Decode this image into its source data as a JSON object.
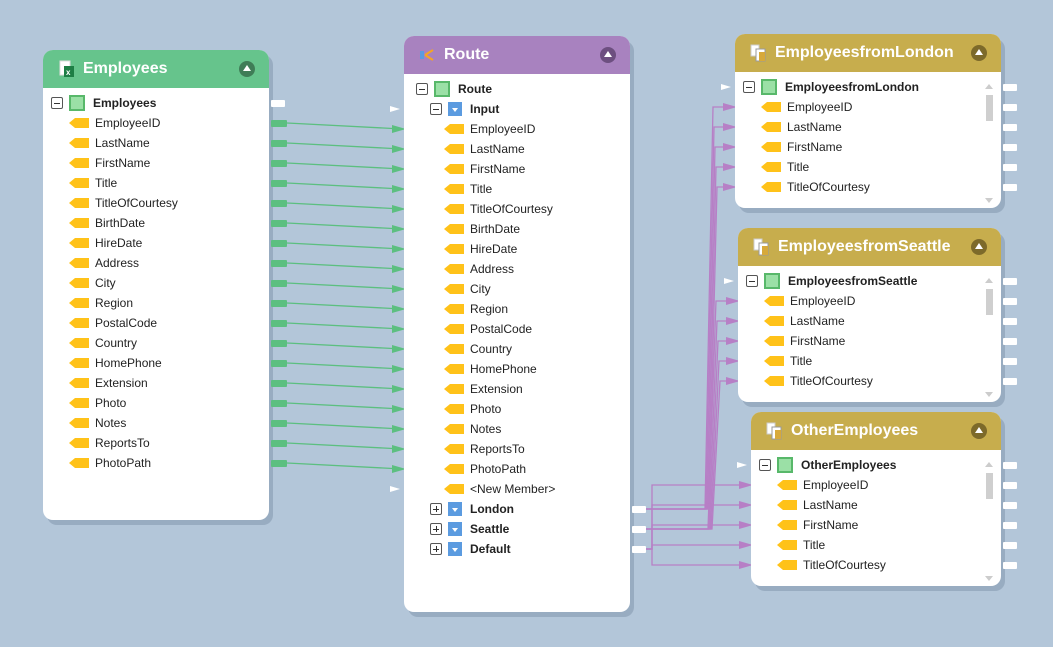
{
  "colors": {
    "canvas": "#b3c6d9",
    "source_header": "#66c48c",
    "route_header": "#a882bf",
    "target_header": "#c7ad4d",
    "source_link": "#5cbf80",
    "route_link": "#b77fc6",
    "field_icon": "#ffc219"
  },
  "source": {
    "title": "Employees",
    "icon": "excel-file-icon",
    "root": "Employees",
    "fields": [
      "EmployeeID",
      "LastName",
      "FirstName",
      "Title",
      "TitleOfCourtesy",
      "BirthDate",
      "HireDate",
      "Address",
      "City",
      "Region",
      "PostalCode",
      "Country",
      "HomePhone",
      "Extension",
      "Photo",
      "Notes",
      "ReportsTo",
      "PhotoPath"
    ]
  },
  "route": {
    "title": "Route",
    "icon": "route-icon",
    "root": "Route",
    "input_label": "Input",
    "fields": [
      "EmployeeID",
      "LastName",
      "FirstName",
      "Title",
      "TitleOfCourtesy",
      "BirthDate",
      "HireDate",
      "Address",
      "City",
      "Region",
      "PostalCode",
      "Country",
      "HomePhone",
      "Extension",
      "Photo",
      "Notes",
      "ReportsTo",
      "PhotoPath"
    ],
    "new_member": "<New Member>",
    "outputs": [
      "London",
      "Seattle",
      "Default"
    ]
  },
  "targets": [
    {
      "title": "EmployeesfromLondon",
      "root": "EmployeesfromLondon",
      "fields": [
        "EmployeeID",
        "LastName",
        "FirstName",
        "Title",
        "TitleOfCourtesy"
      ]
    },
    {
      "title": "EmployeesfromSeattle",
      "root": "EmployeesfromSeattle",
      "fields": [
        "EmployeeID",
        "LastName",
        "FirstName",
        "Title",
        "TitleOfCourtesy"
      ]
    },
    {
      "title": "OtherEmployees",
      "root": "OtherEmployees",
      "fields": [
        "EmployeeID",
        "LastName",
        "FirstName",
        "Title",
        "TitleOfCourtesy"
      ]
    }
  ]
}
